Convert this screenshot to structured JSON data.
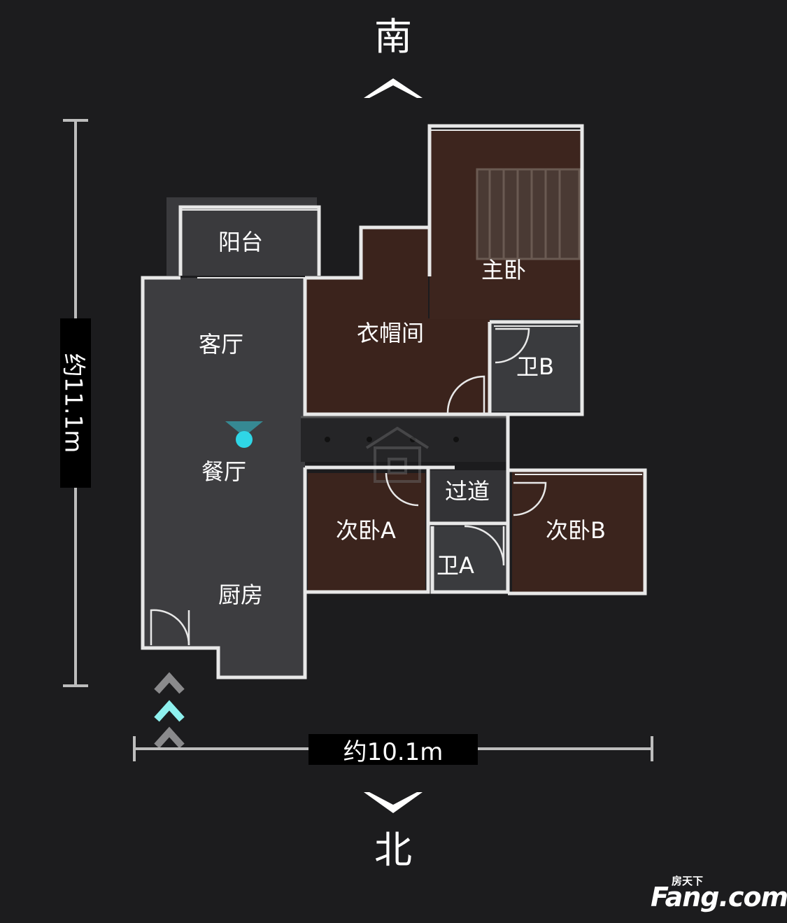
{
  "compass": {
    "south": "南",
    "north": "北"
  },
  "dimensions": {
    "width": "约10.1m",
    "height": "约11.1m"
  },
  "rooms": {
    "balcony": "阳台",
    "living_room": "客厅",
    "dining_room": "餐厅",
    "kitchen": "厨房",
    "cloakroom": "衣帽间",
    "master_bedroom": "主卧",
    "bathroom_b": "卫B",
    "bathroom_a": "卫A",
    "hallway": "过道",
    "bedroom_a": "次卧A",
    "bedroom_b": "次卧B"
  },
  "watermark": {
    "brand_cn": "房天下",
    "brand_en": "Fang.com"
  },
  "colors": {
    "background": "#1c1c1e",
    "floor_gray": "#3b3b3e",
    "floor_wood": "#3a231c",
    "wall": "#e8e8e8",
    "marker": "#2fd6e6",
    "entry_arrow": "#8ef0ee"
  }
}
